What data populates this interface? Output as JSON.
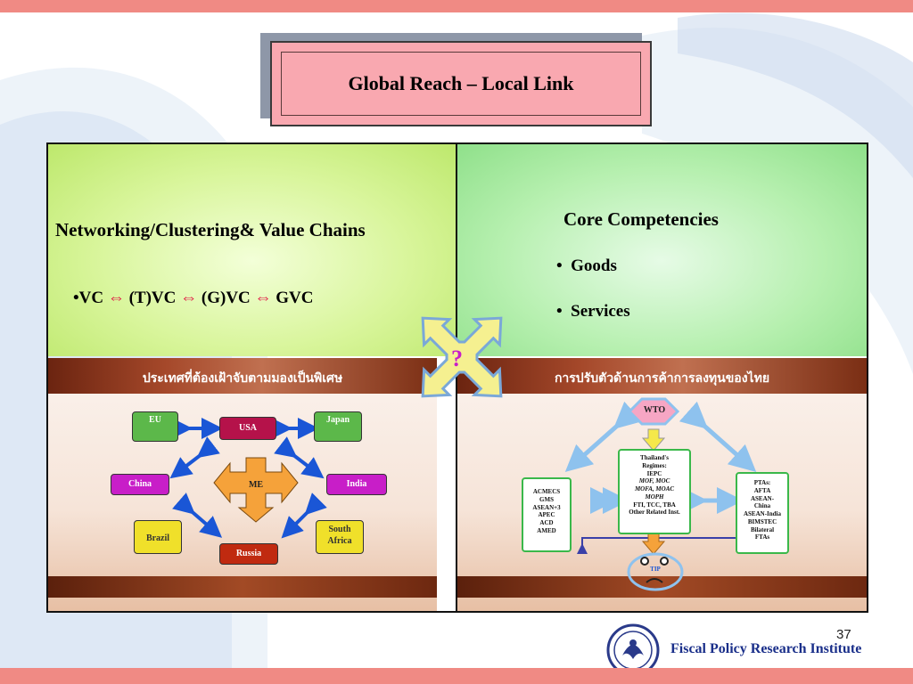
{
  "title": "Global Reach – Local Link",
  "left_top": {
    "heading": "Networking/Clustering& Value Chains",
    "chain": {
      "bullet": "•",
      "items": [
        "VC",
        "(T)VC",
        "(G)VC",
        "GVC"
      ],
      "arrow": "⇔"
    }
  },
  "right_top": {
    "heading": "Core Competencies",
    "bullets": [
      "Goods",
      "Services"
    ]
  },
  "center": {
    "label": "?"
  },
  "left_bottom": {
    "banner": "ประเทศที่ต้องเฝ้าจับตามมองเป็นพิเศษ",
    "nodes": {
      "eu": "EU",
      "usa": "USA",
      "japan": "Japan",
      "china": "China",
      "me": "ME",
      "india": "India",
      "brazil": "Brazil",
      "russia": "Russia",
      "south_africa": "South Africa"
    }
  },
  "right_bottom": {
    "banner": "การปรับตัวด้านการค้าการลงทุนของไทย",
    "wto": "WTO",
    "center_box": [
      "Thailand's",
      "Regimes:",
      "IEPC",
      "MOF, MOC",
      "MOFA, MOAC",
      "MOPH",
      "FTI, TCC, TBA",
      "Other Related Inst."
    ],
    "left_box": [
      "ACMECS",
      "GMS",
      "ASEAN+3",
      "APEC",
      "ACD",
      "AMED"
    ],
    "right_box": [
      "PTAs:",
      "AFTA",
      "ASEAN-",
      "China",
      "ASEAN-India",
      "BIMSTEC",
      "Bilateral",
      "FTAs"
    ],
    "tip": "TIP"
  },
  "footer": {
    "page_number": "37",
    "institute": "Fiscal Policy Research Institute"
  },
  "colors": {
    "accent_bar": "#f08a84",
    "title_fill": "#f9a8b0",
    "arrow_red": "#e0003a",
    "institute_text": "#1a2f8a"
  }
}
